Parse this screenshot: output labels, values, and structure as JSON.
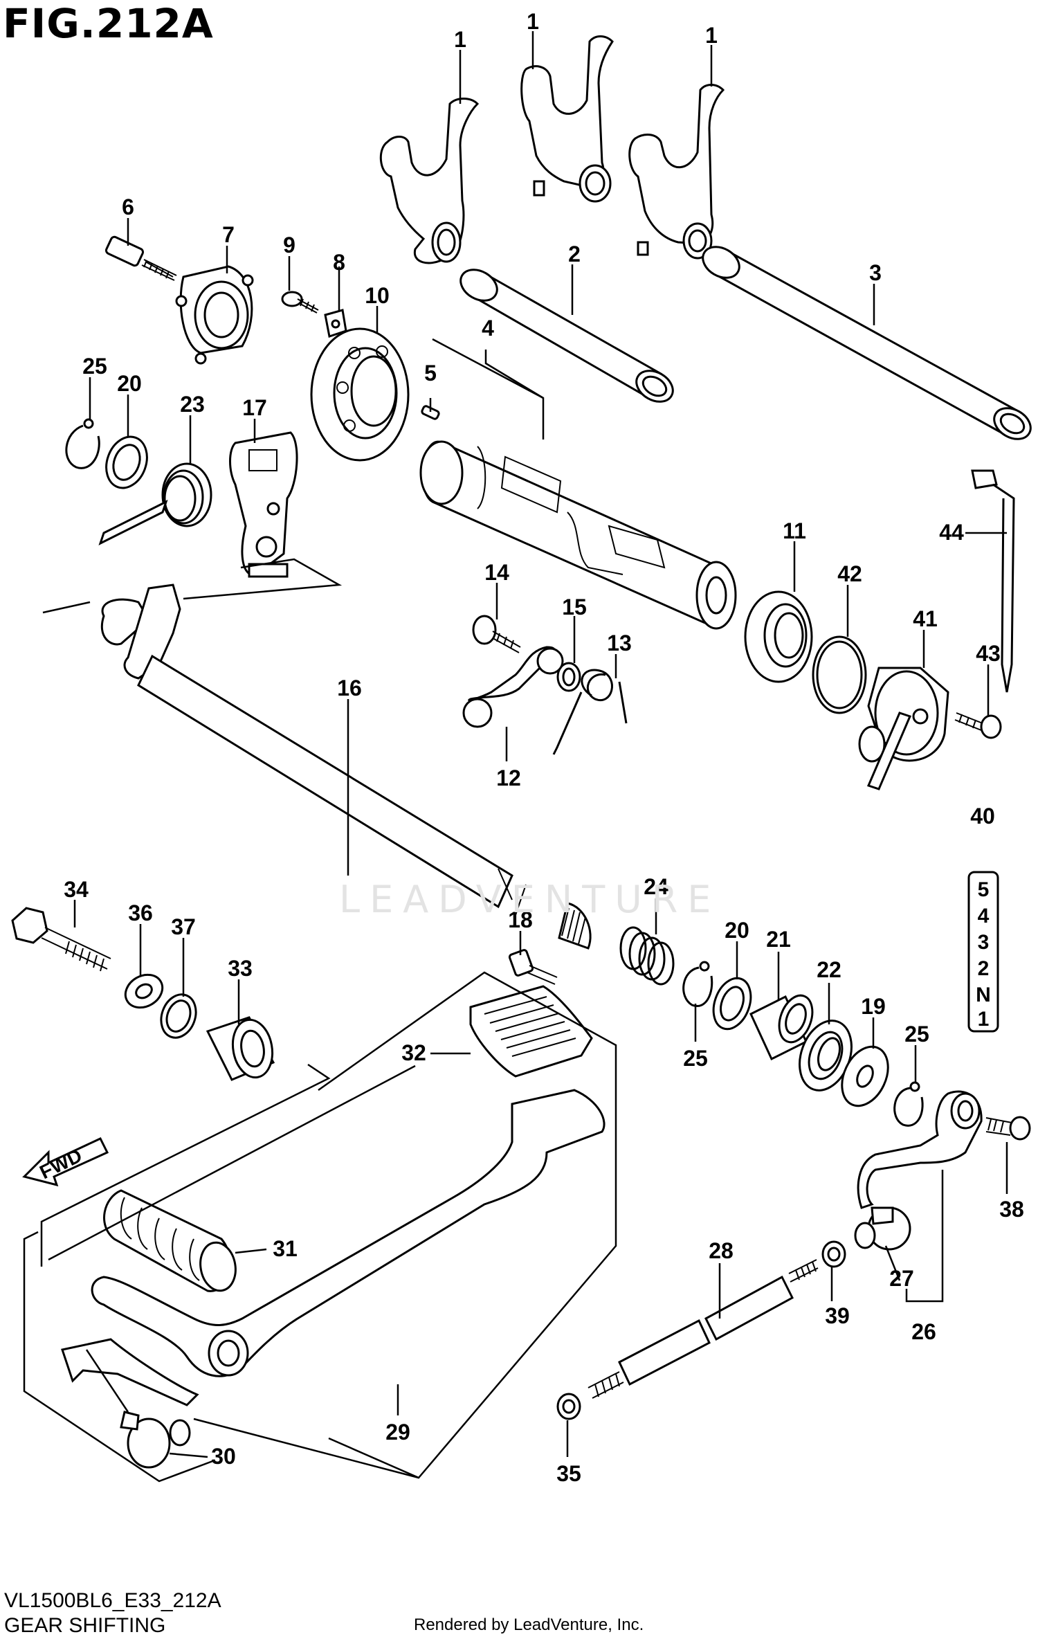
{
  "figure": {
    "title": "FIG.212A",
    "model_code": "VL1500BL6_E33_212A",
    "section_name": "GEAR SHIFTING",
    "credit": "Rendered by LeadVenture, Inc.",
    "watermark": "LEADVENTURE",
    "direction_label": "FWD"
  },
  "callouts": [
    {
      "id": "c1a",
      "label": "1"
    },
    {
      "id": "c1b",
      "label": "1"
    },
    {
      "id": "c1c",
      "label": "1"
    },
    {
      "id": "c2",
      "label": "2"
    },
    {
      "id": "c3",
      "label": "3"
    },
    {
      "id": "c4",
      "label": "4"
    },
    {
      "id": "c5",
      "label": "5"
    },
    {
      "id": "c6",
      "label": "6"
    },
    {
      "id": "c7",
      "label": "7"
    },
    {
      "id": "c8",
      "label": "8"
    },
    {
      "id": "c9",
      "label": "9"
    },
    {
      "id": "c10",
      "label": "10"
    },
    {
      "id": "c11",
      "label": "11"
    },
    {
      "id": "c12",
      "label": "12"
    },
    {
      "id": "c13",
      "label": "13"
    },
    {
      "id": "c14",
      "label": "14"
    },
    {
      "id": "c15",
      "label": "15"
    },
    {
      "id": "c16",
      "label": "16"
    },
    {
      "id": "c17",
      "label": "17"
    },
    {
      "id": "c18",
      "label": "18"
    },
    {
      "id": "c19",
      "label": "19"
    },
    {
      "id": "c20a",
      "label": "20"
    },
    {
      "id": "c20b",
      "label": "20"
    },
    {
      "id": "c21",
      "label": "21"
    },
    {
      "id": "c22",
      "label": "22"
    },
    {
      "id": "c23",
      "label": "23"
    },
    {
      "id": "c24",
      "label": "24"
    },
    {
      "id": "c25a",
      "label": "25"
    },
    {
      "id": "c25b",
      "label": "25"
    },
    {
      "id": "c25c",
      "label": "25"
    },
    {
      "id": "c26",
      "label": "26"
    },
    {
      "id": "c27",
      "label": "27"
    },
    {
      "id": "c28",
      "label": "28"
    },
    {
      "id": "c29",
      "label": "29"
    },
    {
      "id": "c30",
      "label": "30"
    },
    {
      "id": "c31",
      "label": "31"
    },
    {
      "id": "c32",
      "label": "32"
    },
    {
      "id": "c33",
      "label": "33"
    },
    {
      "id": "c34",
      "label": "34"
    },
    {
      "id": "c35",
      "label": "35"
    },
    {
      "id": "c36",
      "label": "36"
    },
    {
      "id": "c37",
      "label": "37"
    },
    {
      "id": "c38",
      "label": "38"
    },
    {
      "id": "c39",
      "label": "39"
    },
    {
      "id": "c40",
      "label": "40"
    },
    {
      "id": "c41",
      "label": "41"
    },
    {
      "id": "c42",
      "label": "42"
    },
    {
      "id": "c43",
      "label": "43"
    },
    {
      "id": "c44",
      "label": "44"
    }
  ],
  "gear_indicator": [
    "5",
    "4",
    "3",
    "2",
    "N",
    "1"
  ]
}
